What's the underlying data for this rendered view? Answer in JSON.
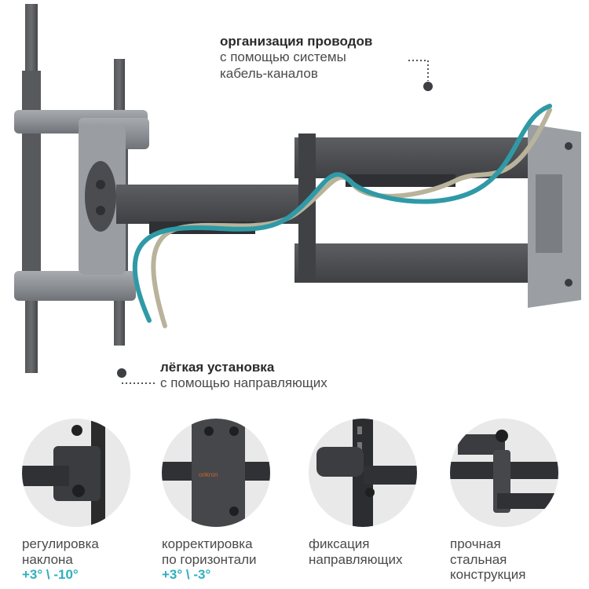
{
  "callouts": {
    "cable": {
      "title": "организация проводов",
      "line1": "с помощью системы",
      "line2": "кабель-каналов"
    },
    "install": {
      "title": "лёгкая установка",
      "line1": "с помощью направляющих"
    }
  },
  "features": [
    {
      "line1": "регулировка",
      "line2": "наклона",
      "accent": "+3° \\ -10°"
    },
    {
      "line1": "корректировка",
      "line2": "по горизонтали",
      "accent": "+3° \\ -3°"
    },
    {
      "line1": "фиксация",
      "line2": "направляющих",
      "accent": ""
    },
    {
      "line1": "прочная",
      "line2": "стальная",
      "line3": "конструкция"
    }
  ],
  "brand_mark": "onkron",
  "colors": {
    "metal_light": "#8f9397",
    "metal_dark": "#4a4c50",
    "cable_teal": "#2f9aa6",
    "cable_beige": "#b9b39c",
    "accent": "#2fb0bf"
  }
}
